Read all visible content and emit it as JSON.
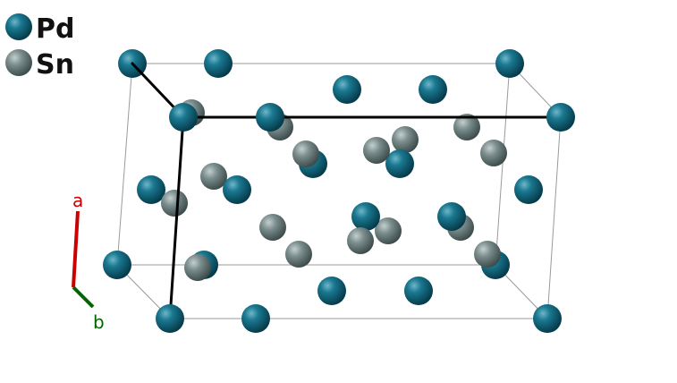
{
  "legend": [
    {
      "label": "Pd",
      "color": "#0a5f78"
    },
    {
      "label": "Sn",
      "color": "#6b7f7f"
    }
  ],
  "axes": {
    "a": {
      "label": "a",
      "color": "#cc0000"
    },
    "b": {
      "label": "b",
      "color": "#006600"
    }
  },
  "colors": {
    "cell_edge": "#9a9a9a",
    "bold_edge": "#000000"
  }
}
